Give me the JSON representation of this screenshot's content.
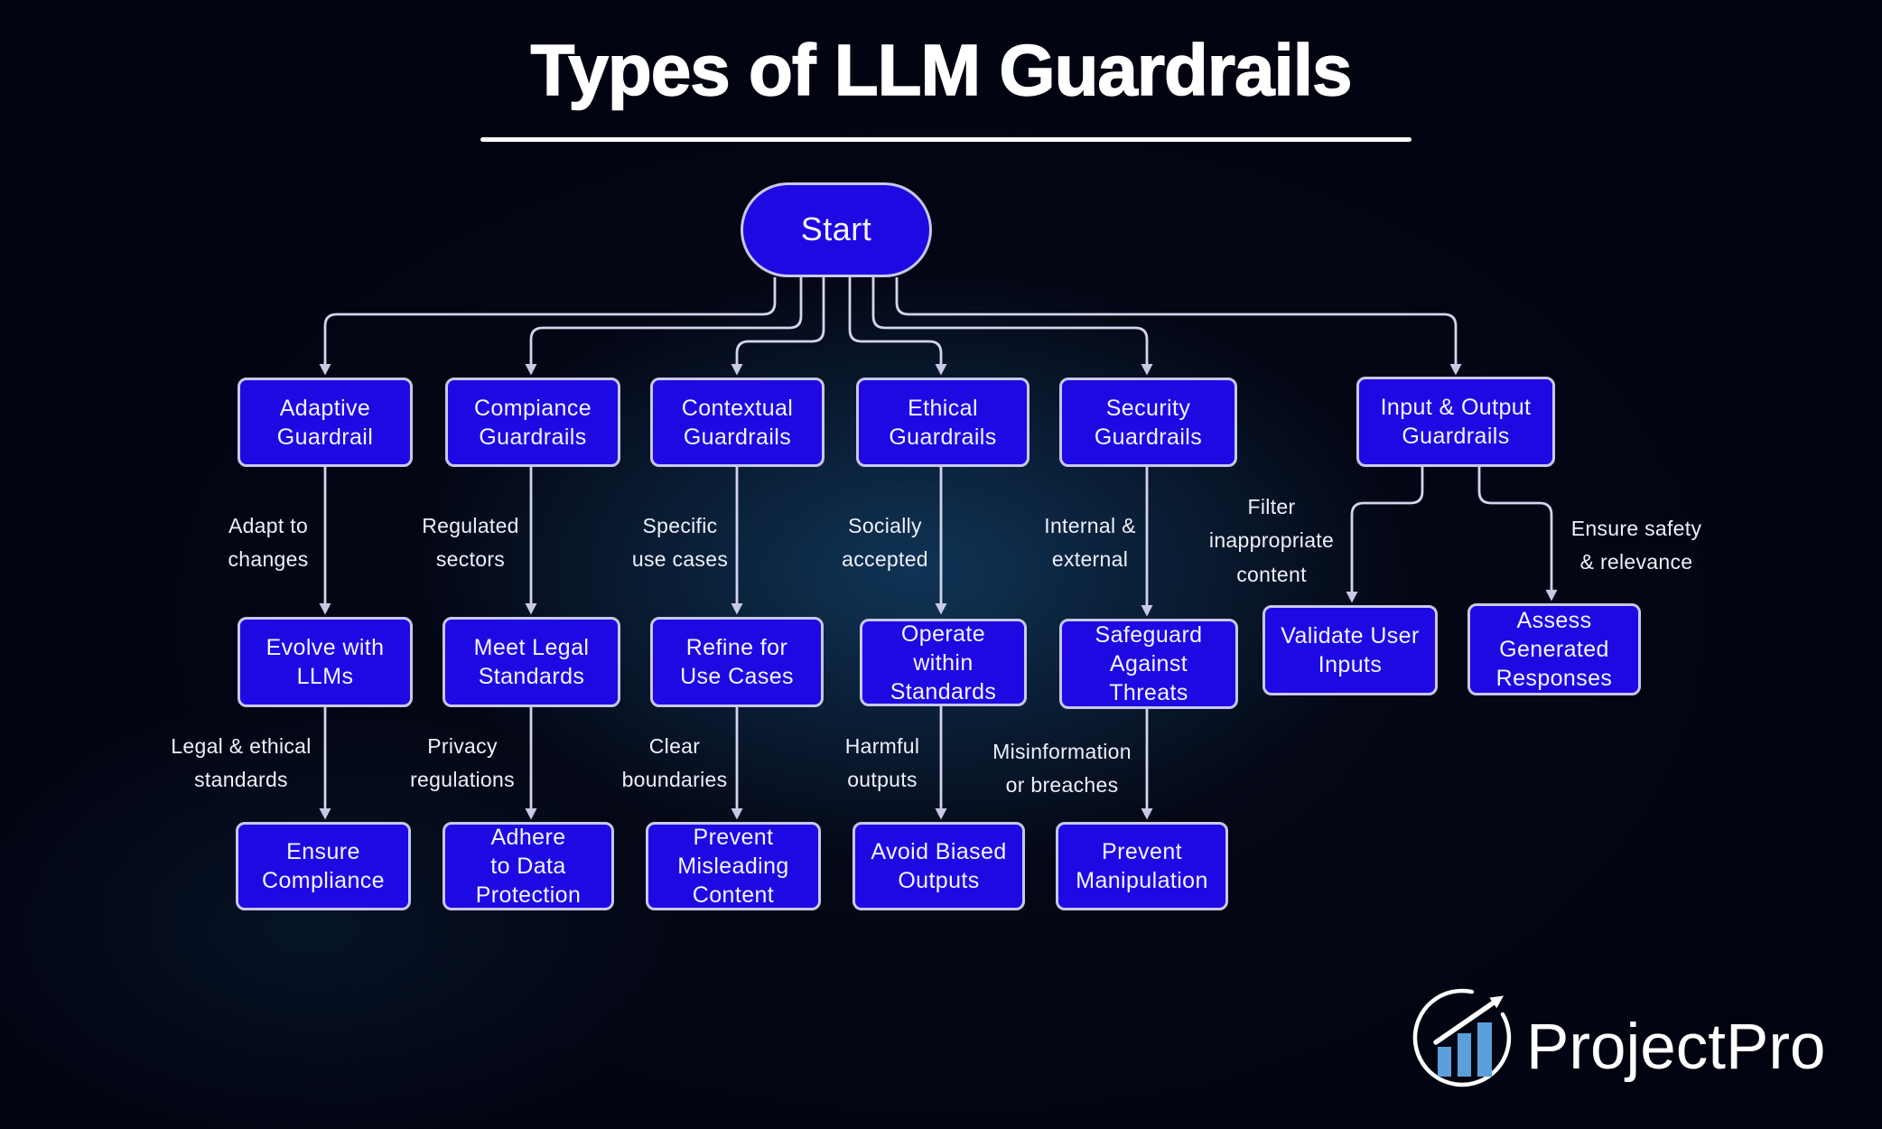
{
  "title": "Types of LLM Guardrails",
  "start": {
    "label": "Start"
  },
  "nodes": {
    "tier1": [
      "Adaptive\nGuardrail",
      "Compiance\nGuardrails",
      "Contextual\nGuardrails",
      "Ethical\nGuardrails",
      "Security\nGuardrails",
      "Input & Output\nGuardrails"
    ],
    "tier2": [
      "Evolve with\nLLMs",
      "Meet Legal\nStandards",
      "Refine for\nUse Cases",
      "Operate\nwithin\nStandards",
      "Safeguard\nAgainst\nThreats",
      "Validate User\nInputs",
      "Assess\nGenerated\nResponses"
    ],
    "tier3": [
      "Ensure\nCompliance",
      "Adhere\nto Data\nProtection",
      "Prevent\nMisleading\nContent",
      "Avoid Biased\nOutputs",
      "Prevent\nManipulation"
    ]
  },
  "edge_labels": {
    "tier1": [
      "Adapt to\nchanges",
      "Regulated\nsectors",
      "Specific\nuse cases",
      "Socially\naccepted",
      "Internal &\nexternal",
      "Filter\ninappropriate\ncontent",
      "Ensure safety\n& relevance"
    ],
    "tier2": [
      "Legal & ethical\nstandards",
      "Privacy\nregulations",
      "Clear\nboundaries",
      "Harmful\noutputs",
      "Misinformation\nor breaches"
    ]
  },
  "logo": {
    "text": "ProjectPro"
  },
  "colors": {
    "background": "#020310",
    "glow": "#1a6298",
    "node_fill": "#1e09e2",
    "node_border": "#c8c8ea",
    "connector": "#d4d4ee",
    "arrowhead": "#c9c9e6",
    "logo_bars": "#5b9fdb",
    "text": "#f4f4ff"
  }
}
